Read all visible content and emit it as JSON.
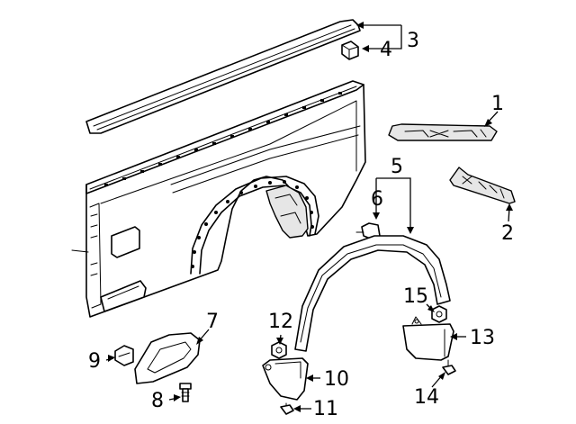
{
  "callouts": [
    "1",
    "2",
    "3",
    "4",
    "5",
    "6",
    "7",
    "8",
    "9",
    "10",
    "11",
    "12",
    "13",
    "14",
    "15"
  ],
  "colors": {
    "line": "#000000",
    "background": "#ffffff",
    "shading": "#e6e6e6"
  }
}
